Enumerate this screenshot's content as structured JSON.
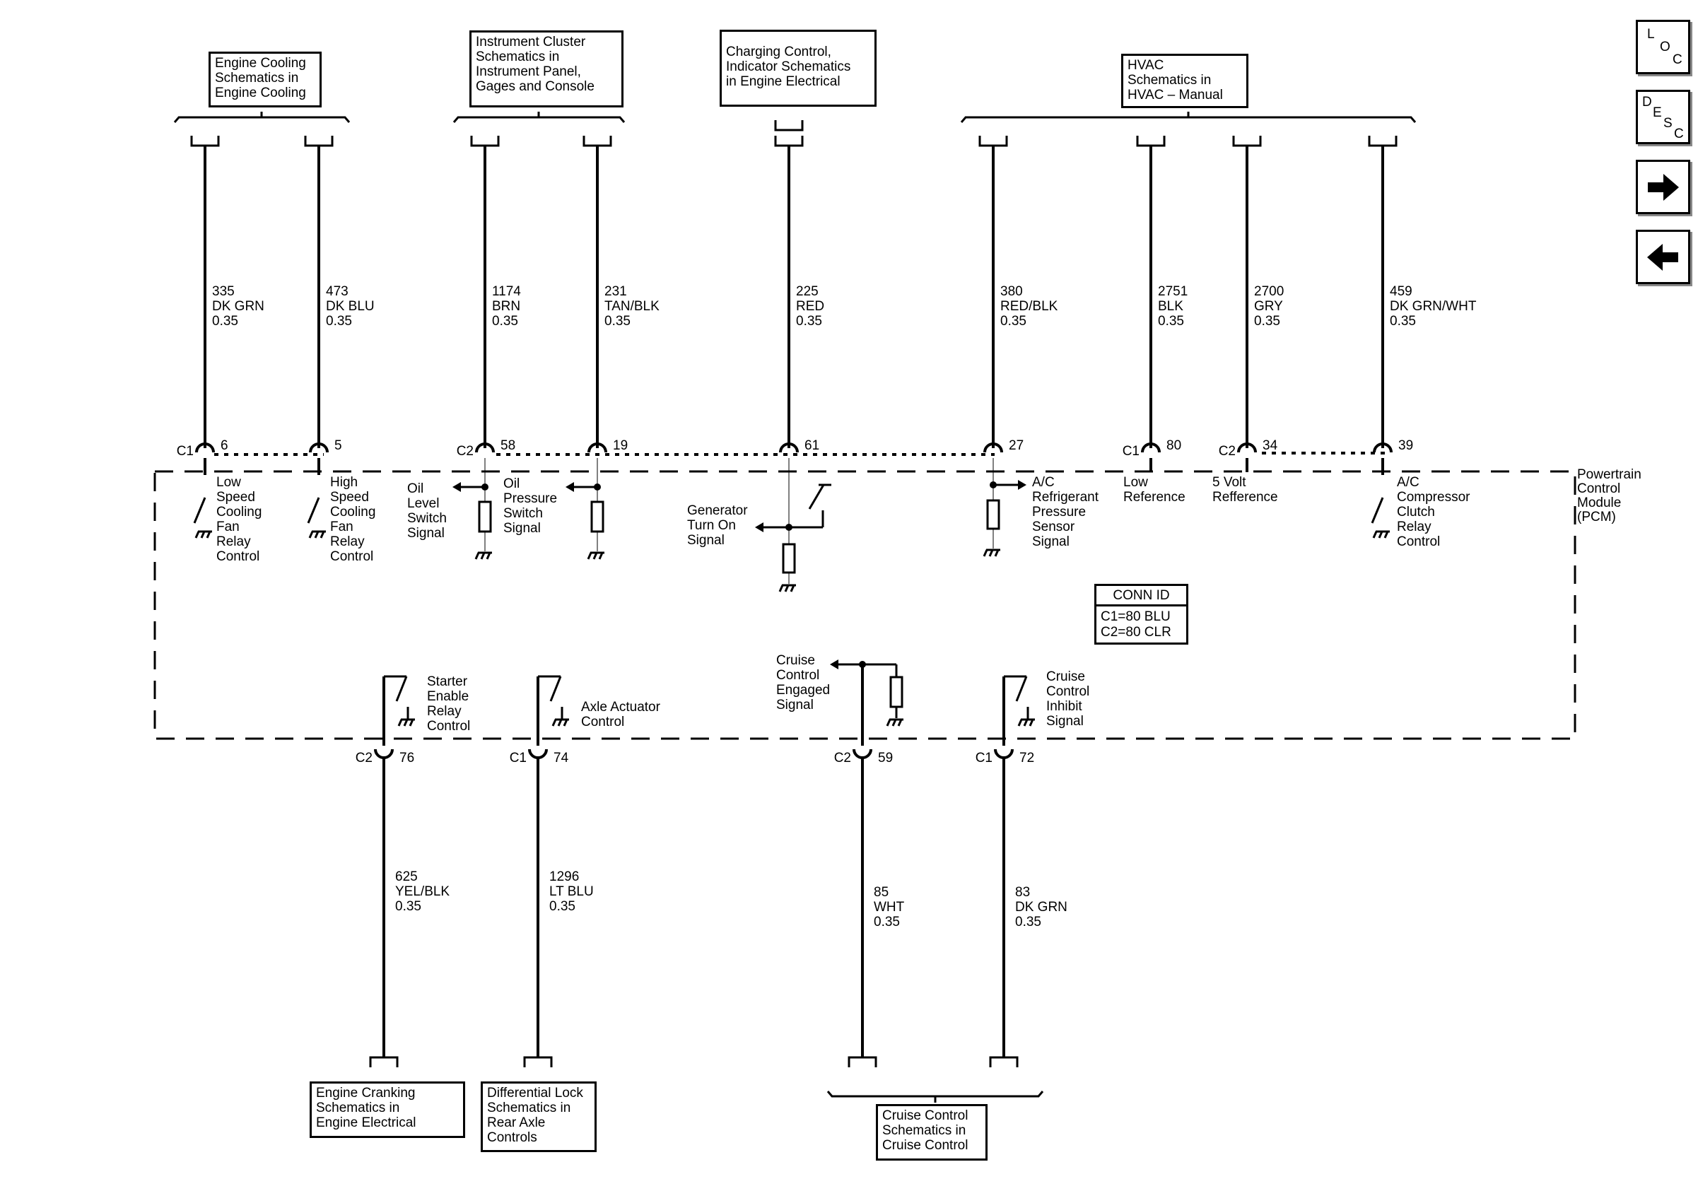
{
  "nav": {
    "loc": {
      "letters": [
        "L",
        "O",
        "C"
      ]
    },
    "desc": {
      "letters": [
        "D",
        "E",
        "S",
        "C"
      ]
    },
    "next_icon": "arrow-right-icon",
    "prev_icon": "arrow-left-icon"
  },
  "refs": {
    "engine_cooling": "Engine Cooling\nSchematics in\nEngine Cooling",
    "instrument_cluster": "Instrument Cluster\nSchematics in\nInstrument Panel,\nGages and Console",
    "charging_control": "Charging Control,\nIndicator Schematics\nin Engine Electrical",
    "hvac": "HVAC\nSchematics in\nHVAC – Manual",
    "engine_cranking": "Engine Cranking\nSchematics in\nEngine Electrical",
    "differential_lock": "Differential Lock\nSchematics in\nRear Axle\nControls",
    "cruise_control": "Cruise Control\nSchematics in\nCruise Control"
  },
  "module": {
    "name": "Powertrain\nControl\nModule\n(PCM)",
    "conn_id_title": "CONN ID",
    "conn_id_lines": "C1=80 BLU\nC2=80 CLR"
  },
  "top_circuits": [
    {
      "circuit": "335",
      "color": "DK GRN",
      "gauge": "0.35",
      "conn": "C1",
      "pin": "6",
      "label": "Low\nSpeed\nCooling\nFan\nRelay\nControl"
    },
    {
      "circuit": "473",
      "color": "DK BLU",
      "gauge": "0.35",
      "conn": "",
      "pin": "5",
      "label": "High\nSpeed\nCooling\nFan\nRelay\nControl"
    },
    {
      "circuit": "1174",
      "color": "BRN",
      "gauge": "0.35",
      "conn": "C2",
      "pin": "58",
      "label": "Oil\nLevel\nSwitch\nSignal"
    },
    {
      "circuit": "231",
      "color": "TAN/BLK",
      "gauge": "0.35",
      "conn": "",
      "pin": "19",
      "label": "Oil\nPressure\nSwitch\nSignal"
    },
    {
      "circuit": "225",
      "color": "RED",
      "gauge": "0.35",
      "conn": "",
      "pin": "61",
      "label": "Generator\nTurn On\nSignal"
    },
    {
      "circuit": "380",
      "color": "RED/BLK",
      "gauge": "0.35",
      "conn": "",
      "pin": "27",
      "label": "A/C\nRefrigerant\nPressure\nSensor\nSignal"
    },
    {
      "circuit": "2751",
      "color": "BLK",
      "gauge": "0.35",
      "conn": "C1",
      "pin": "80",
      "label": "Low\nReference"
    },
    {
      "circuit": "2700",
      "color": "GRY",
      "gauge": "0.35",
      "conn": "C2",
      "pin": "34",
      "label": "5 Volt\nRefference"
    },
    {
      "circuit": "459",
      "color": "DK GRN/WHT",
      "gauge": "0.35",
      "conn": "",
      "pin": "39",
      "label": "A/C\nCompressor\nClutch\nRelay\nControl"
    }
  ],
  "bottom_circuits": [
    {
      "circuit": "625",
      "color": "YEL/BLK",
      "gauge": "0.35",
      "conn": "C2",
      "pin": "76",
      "label": "Starter\nEnable\nRelay\nControl"
    },
    {
      "circuit": "1296",
      "color": "LT BLU",
      "gauge": "0.35",
      "conn": "C1",
      "pin": "74",
      "label": "Axle Actuator\nControl"
    },
    {
      "circuit": "85",
      "color": "WHT",
      "gauge": "0.35",
      "conn": "C2",
      "pin": "59",
      "label": "Cruise\nControl\nEngaged\nSignal"
    },
    {
      "circuit": "83",
      "color": "DK GRN",
      "gauge": "0.35",
      "conn": "C1",
      "pin": "72",
      "label": "Cruise\nControl\nInhibit\nSignal"
    }
  ]
}
